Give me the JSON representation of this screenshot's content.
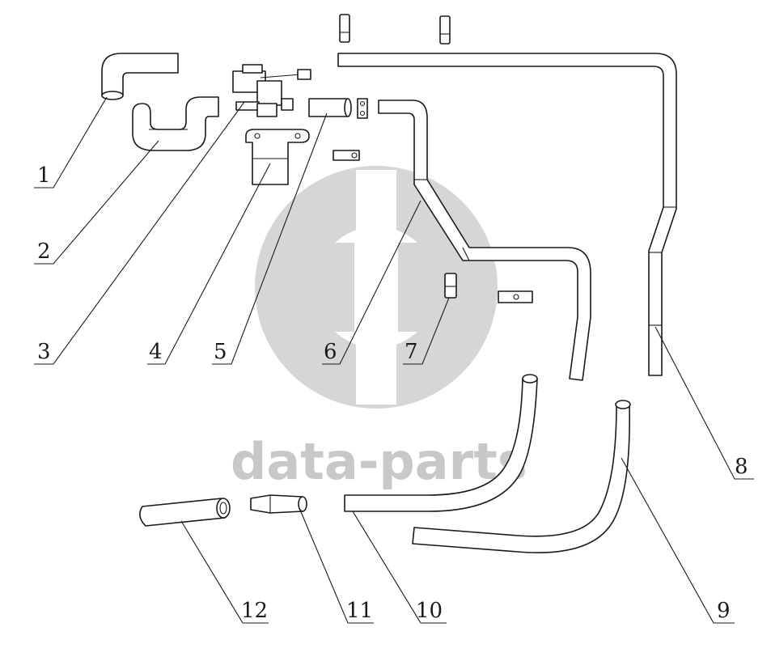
{
  "watermark": {
    "text": "data-parts",
    "color": "#c8c8c8"
  },
  "callouts": [
    {
      "label": "1"
    },
    {
      "label": "2"
    },
    {
      "label": "3"
    },
    {
      "label": "4"
    },
    {
      "label": "5"
    },
    {
      "label": "6"
    },
    {
      "label": "7"
    },
    {
      "label": "8"
    },
    {
      "label": "9"
    },
    {
      "label": "10"
    },
    {
      "label": "11"
    },
    {
      "label": "12"
    }
  ]
}
